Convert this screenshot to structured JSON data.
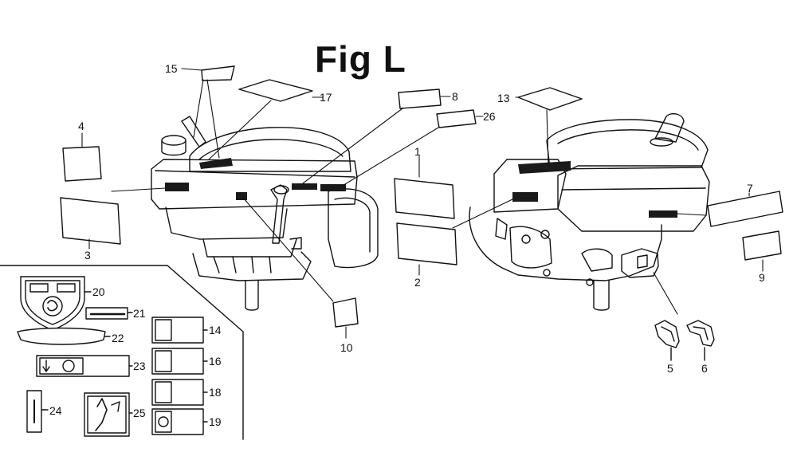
{
  "figure": {
    "title": "Fig L"
  },
  "callouts": {
    "c1": "1",
    "c2": "2",
    "c3": "3",
    "c4": "4",
    "c5": "5",
    "c6": "6",
    "c7": "7",
    "c8": "8",
    "c9": "9",
    "c10": "10",
    "c13": "13",
    "c14": "14",
    "c15": "15",
    "c16": "16",
    "c17": "17",
    "c18": "18",
    "c19": "19",
    "c20": "20",
    "c21": "21",
    "c22": "22",
    "c23": "23",
    "c24": "24",
    "c25": "25",
    "c26": "26"
  },
  "colors": {
    "ink": "#111111",
    "label_fill": "#ffffff",
    "decal_dark": "#1a1a1a"
  }
}
